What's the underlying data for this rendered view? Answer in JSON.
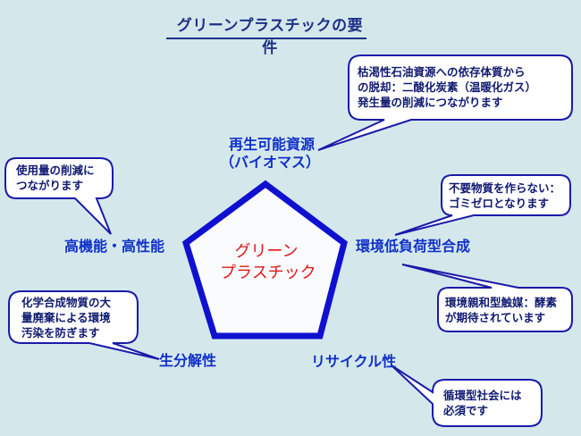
{
  "title": "グリーンプラスチックの要件",
  "center": {
    "line1": "グリーン",
    "line2": "プラスチック"
  },
  "requirements": [
    {
      "id": "renewable",
      "line1": "再生可能資源",
      "line2": "（バイオマス）"
    },
    {
      "id": "low-impact-synthesis",
      "line1": "環境低負荷型合成"
    },
    {
      "id": "recyclability",
      "line1": "リサイクル性"
    },
    {
      "id": "biodegradability",
      "line1": "生分解性"
    },
    {
      "id": "high-performance",
      "line1": "高機能・高性能"
    }
  ],
  "callouts": [
    {
      "id": "renewable-note",
      "lines": [
        "枯渇性石油資源への依存体質から",
        "の脱却：二酸化炭素（温暖化ガス）",
        "発生量の削減につながります"
      ]
    },
    {
      "id": "zero-waste-note",
      "lines": [
        "不要物質を作らない：",
        "ゴミゼロとなります"
      ]
    },
    {
      "id": "catalyst-note",
      "lines": [
        "環境親和型触媒：酵素",
        "が期待されています"
      ]
    },
    {
      "id": "recycle-note",
      "lines": [
        "循環型社会には",
        "必須です"
      ]
    },
    {
      "id": "pollution-note",
      "lines": [
        "化学合成物質の大",
        "量廃棄による環境",
        "汚染を防ぎます"
      ]
    },
    {
      "id": "usage-note",
      "lines": [
        "使用量の削減に",
        "つながります"
      ]
    }
  ],
  "colors": {
    "background": "#d4e8ec",
    "pentagon_border": "#1010d0",
    "center_text": "#e01818",
    "label_text": "#1030c8",
    "bubble_border": "#1a1aa8"
  }
}
